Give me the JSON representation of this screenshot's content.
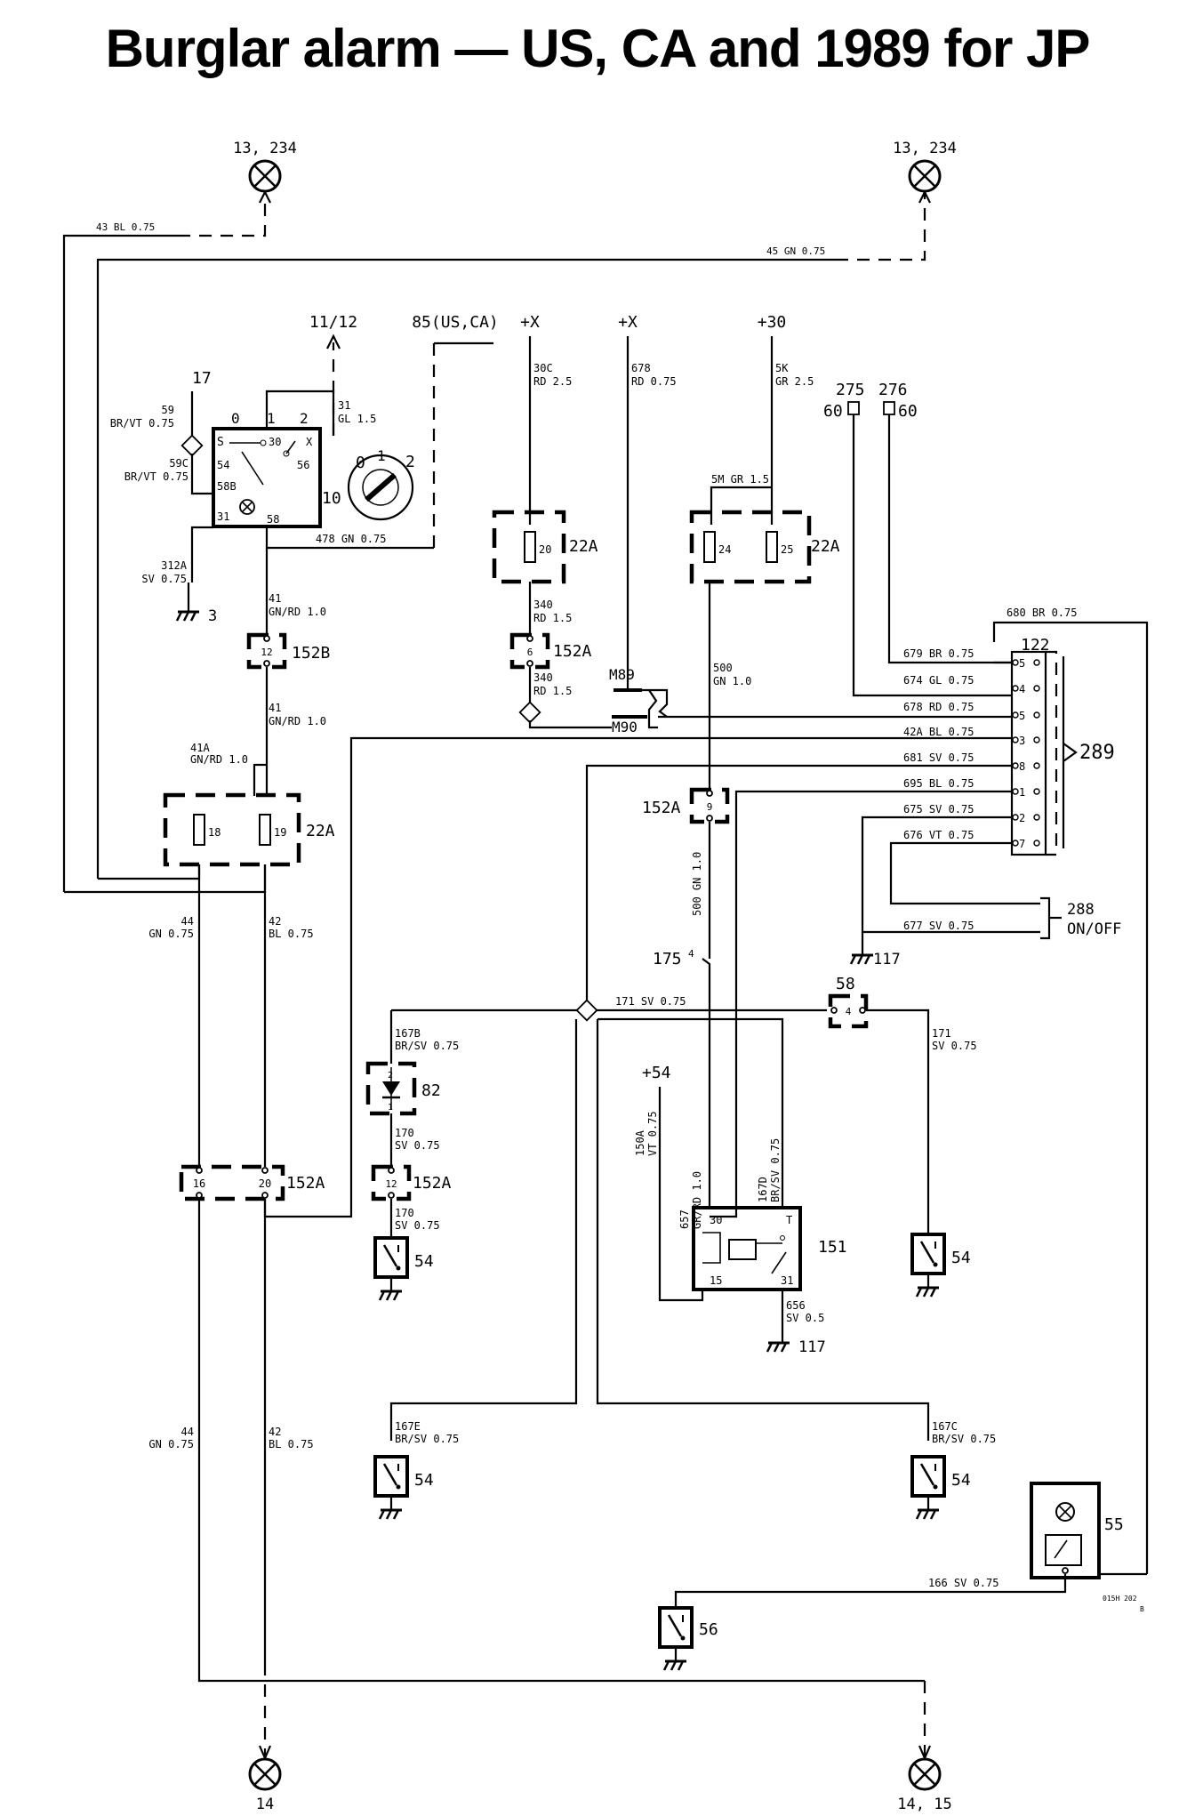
{
  "title": "Burglar alarm — US, CA and 1989 for JP",
  "refs": {
    "lamp_tl": "13, 234",
    "lamp_tr": "13, 234",
    "lamp_bl": "14",
    "lamp_br": "14, 15",
    "r1112": "11/12",
    "r85": "85(US,CA)",
    "px1": "+X",
    "px2": "+X",
    "p30": "+30",
    "p54": "+54",
    "r17": "17",
    "r275": "275",
    "r276": "276",
    "r60a": "60",
    "r60b": "60"
  },
  "wires": {
    "w43": "43 BL 0.75",
    "w45": "45 GN 0.75",
    "w59n": "59",
    "w59c": "BR/VT 0.75",
    "w59cn": "59C",
    "w59cc": "BR/VT 0.75",
    "w31n": "31",
    "w31c": "GL 1.5",
    "w312n": "312A",
    "w312c": "SV 0.75",
    "w478": "478 GN 0.75",
    "w41an": "41",
    "w41ac": "GN/RD 1.0",
    "w41bn": "41",
    "w41bc": "GN/RD 1.0",
    "w41cn": "41A",
    "w41cc": "GN/RD 1.0",
    "w30cn": "30C",
    "w30cc": "RD 2.5",
    "w678n": "678",
    "w678c": "RD 0.75",
    "w5kn": "5K",
    "w5kc": "GR 2.5",
    "w5m": "5M GR 1.5",
    "w340an": "340",
    "w340ac": "RD 1.5",
    "w340bn": "340",
    "w340bc": "RD 1.5",
    "w500an": "500",
    "w500ac": "GN 1.0",
    "w500b": "500 GN 1.0",
    "w680": "680 BR 0.75",
    "w679": "679 BR 0.75",
    "w674": "674 GL 0.75",
    "w678b": "678 RD 0.75",
    "w42a": "42A BL 0.75",
    "w681": "681 SV 0.75",
    "w695": "695 BL 0.75",
    "w675": "675 SV 0.75",
    "w676": "676 VT 0.75",
    "w677": "677 SV 0.75",
    "w44an": "44",
    "w44ac": "GN 0.75",
    "w42an": "42",
    "w42ac": "BL 0.75",
    "w171a": "171 SV 0.75",
    "w171bn": "171",
    "w171bc": "SV 0.75",
    "w167bn": "167B",
    "w167bc": "BR/SV 0.75",
    "w170an": "170",
    "w170ac": "SV 0.75",
    "w170bn": "170",
    "w170bc": "SV 0.75",
    "w150n": "150A",
    "w150c": "VT 0.75",
    "w657n": "657",
    "w657c": "GR/RD 1.0",
    "w167dn": "167D",
    "w167dc": "BR/SV 0.75",
    "w656n": "656",
    "w656c": "SV 0.5",
    "w167en": "167E",
    "w167ec": "BR/SV 0.75",
    "w167cn": "167C",
    "w167cc": "BR/SV 0.75",
    "w166": "166 SV 0.75",
    "w44bn": "44",
    "w44bc": "GN 0.75",
    "w42bn": "42",
    "w42bc": "BL 0.75"
  },
  "components": {
    "c10": "10",
    "c22a1": "22A",
    "c22a2": "22A",
    "c22a3": "22A",
    "c152b": "152B",
    "c152a1": "152A",
    "c152a2": "152A",
    "c152a3": "152A",
    "c152a4": "152A",
    "c122": "122",
    "c289": "289",
    "c288": "288",
    "c288b": "ON/OFF",
    "c175": "175",
    "c175p": "4",
    "c58": "58",
    "c82": "82",
    "c151": "151",
    "c54a": "54",
    "c54b": "54",
    "c54c": "54",
    "c54d": "54",
    "c55": "55",
    "c56": "56",
    "m89": "M89",
    "m90": "M90",
    "g3": "3",
    "g117a": "117",
    "g117b": "117"
  },
  "pins": {
    "sw0": "0",
    "sw1": "1",
    "sw2": "2",
    "swS": "S",
    "sw30": "30",
    "swX": "X",
    "sw54": "54",
    "sw56": "56",
    "sw58b": "58B",
    "sw31": "31",
    "sw58": "58",
    "dial0": "0",
    "dial1": "1",
    "dial2": "2",
    "f20": "20",
    "f24": "24",
    "f25": "25",
    "f18": "18",
    "f19": "19",
    "p12a": "12",
    "p6": "6",
    "p9": "9",
    "p16": "16",
    "p20b": "20",
    "p12b": "12",
    "p4": "4",
    "d2": "2",
    "d1": "1",
    "r30": "30",
    "rT": "T",
    "r15": "15",
    "r31": "31",
    "c5": "5",
    "c4": "4",
    "c5b": "5",
    "c3": "3",
    "c8": "8",
    "c1": "1",
    "c2": "2",
    "c7": "7"
  },
  "footer": {
    "code": "015H 202",
    "rev": "B"
  }
}
